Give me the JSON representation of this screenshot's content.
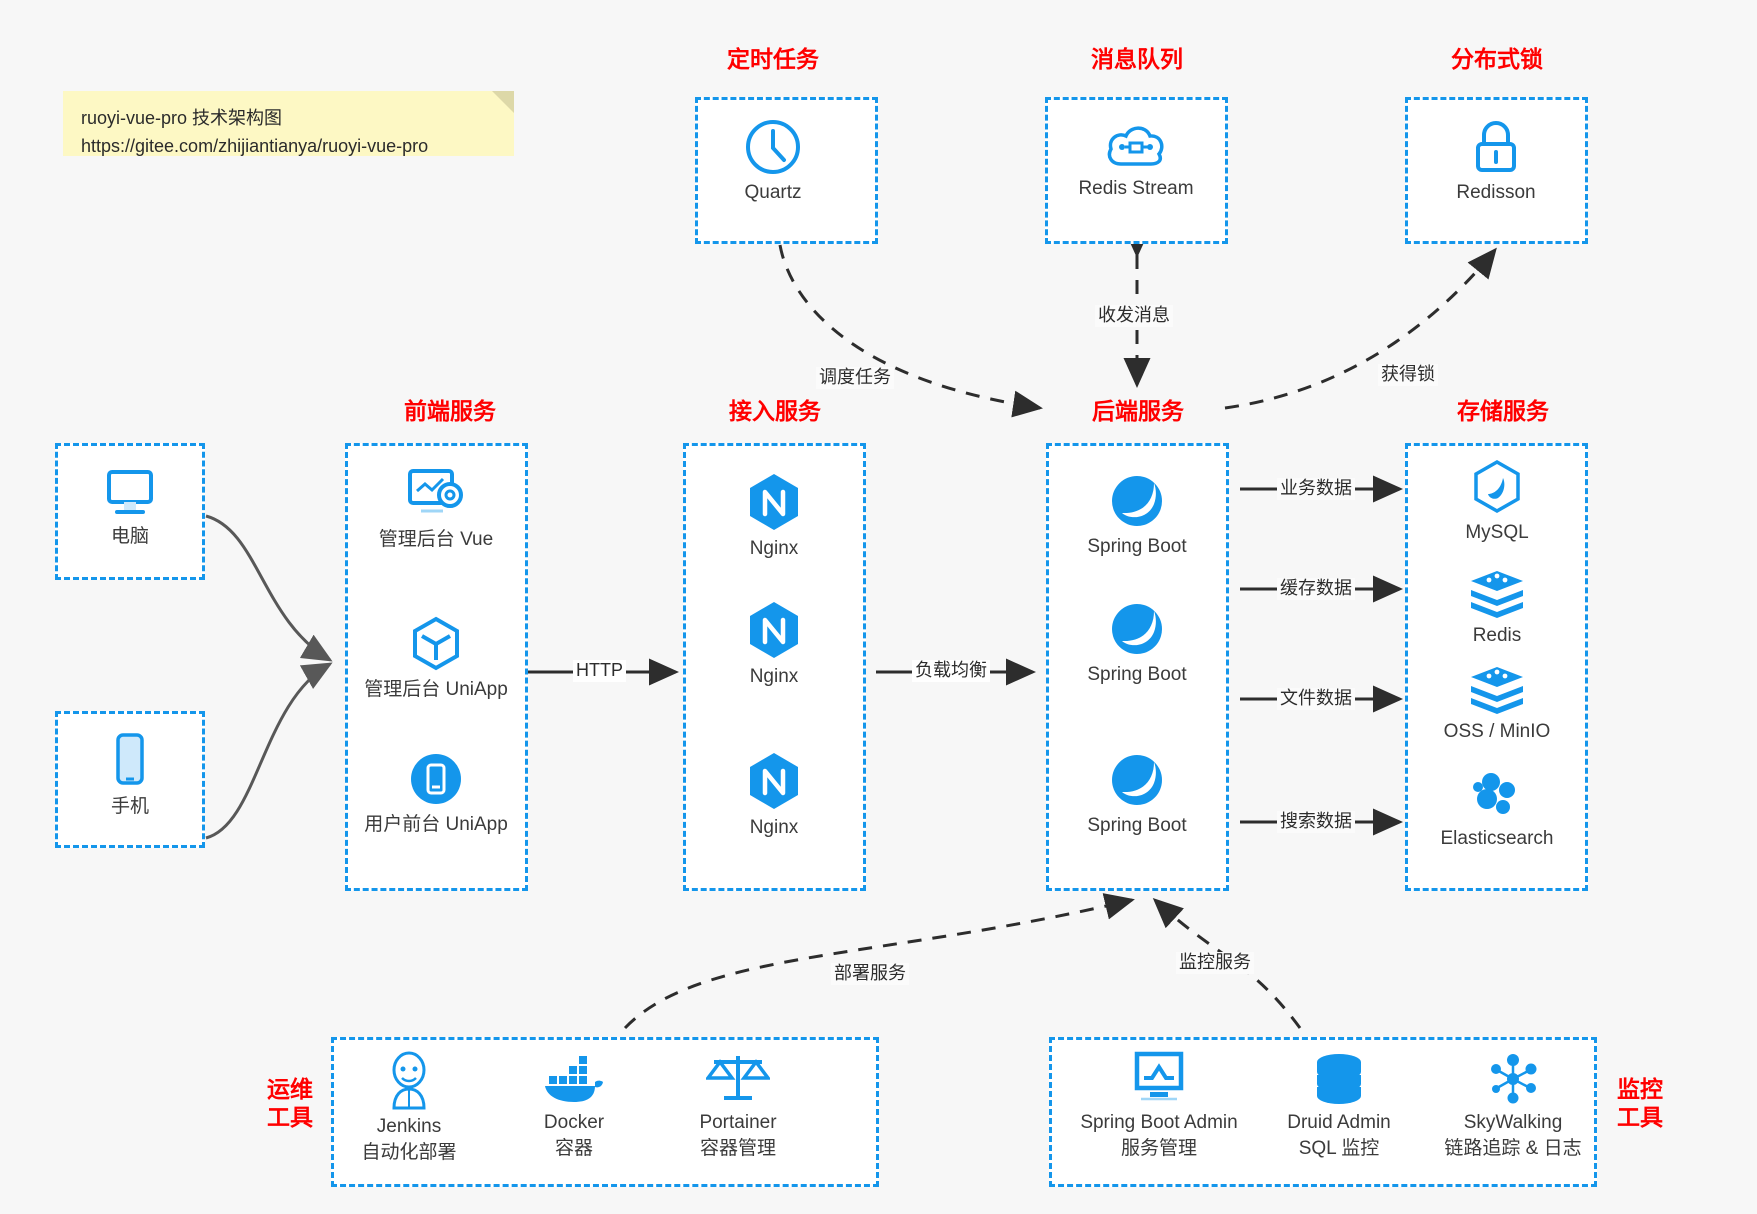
{
  "note": {
    "line1": "ruoyi-vue-pro 技术架构图",
    "line2": "https://gitee.com/zhijiantianya/ruoyi-vue-pro"
  },
  "colors": {
    "accent_blue": "#1496eb",
    "title_red": "#ff0000",
    "background": "#f7f7f7",
    "arrow_dark": "#2d2d2d",
    "note_yellow": "#fdf8c4"
  },
  "groups": {
    "scheduler": {
      "title": "定时任务"
    },
    "mq": {
      "title": "消息队列"
    },
    "lock": {
      "title": "分布式锁"
    },
    "frontend": {
      "title": "前端服务"
    },
    "gateway": {
      "title": "接入服务"
    },
    "backend": {
      "title": "后端服务"
    },
    "storage": {
      "title": "存储服务"
    },
    "ops": {
      "title_line1": "运维",
      "title_line2": "工具"
    },
    "monitor": {
      "title_line1": "监控",
      "title_line2": "工具"
    }
  },
  "nodes": {
    "quartz": {
      "label": "Quartz",
      "icon": "clock-icon"
    },
    "redis_stream": {
      "label": "Redis Stream",
      "icon": "cloud-network-icon"
    },
    "redisson": {
      "label": "Redisson",
      "icon": "lock-icon"
    },
    "computer": {
      "label": "电脑",
      "icon": "desktop-icon"
    },
    "phone": {
      "label": "手机",
      "icon": "mobile-icon"
    },
    "admin_vue": {
      "label": "管理后台 Vue",
      "icon": "dashboard-gear-icon"
    },
    "admin_uniapp": {
      "label": "管理后台 UniApp",
      "icon": "cube-icon"
    },
    "user_uniapp": {
      "label": "用户前台 UniApp",
      "icon": "app-circle-icon"
    },
    "nginx1": {
      "label": "Nginx",
      "icon": "nginx-icon"
    },
    "nginx2": {
      "label": "Nginx",
      "icon": "nginx-icon"
    },
    "nginx3": {
      "label": "Nginx",
      "icon": "nginx-icon"
    },
    "springboot1": {
      "label": "Spring Boot",
      "icon": "spring-leaf-icon"
    },
    "springboot2": {
      "label": "Spring Boot",
      "icon": "spring-leaf-icon"
    },
    "springboot3": {
      "label": "Spring Boot",
      "icon": "spring-leaf-icon"
    },
    "mysql": {
      "label": "MySQL",
      "icon": "mysql-dolphin-icon"
    },
    "redis": {
      "label": "Redis",
      "icon": "redis-stack-icon"
    },
    "oss": {
      "label": "OSS / MinIO",
      "icon": "redis-stack-icon"
    },
    "elasticsearch": {
      "label": "Elasticsearch",
      "icon": "elasticsearch-icon"
    },
    "jenkins": {
      "label": "Jenkins",
      "sublabel": "自动化部署",
      "icon": "jenkins-butler-icon"
    },
    "docker": {
      "label": "Docker",
      "sublabel": "容器",
      "icon": "docker-whale-icon"
    },
    "portainer": {
      "label": "Portainer",
      "sublabel": "容器管理",
      "icon": "scales-icon"
    },
    "sba": {
      "label": "Spring Boot Admin",
      "sublabel": "服务管理",
      "icon": "monitor-chart-icon"
    },
    "druid": {
      "label": "Druid Admin",
      "sublabel": "SQL 监控",
      "icon": "database-icon"
    },
    "skywalking": {
      "label": "SkyWalking",
      "sublabel": "链路追踪 & 日志",
      "icon": "network-graph-icon"
    }
  },
  "edges": {
    "http": "HTTP",
    "load_balance": "负载均衡",
    "schedule_task": "调度任务",
    "send_receive_message": "收发消息",
    "acquire_lock": "获得锁",
    "business_data": "业务数据",
    "cache_data": "缓存数据",
    "file_data": "文件数据",
    "search_data": "搜索数据",
    "deploy_service": "部署服务",
    "monitor_service": "监控服务"
  }
}
